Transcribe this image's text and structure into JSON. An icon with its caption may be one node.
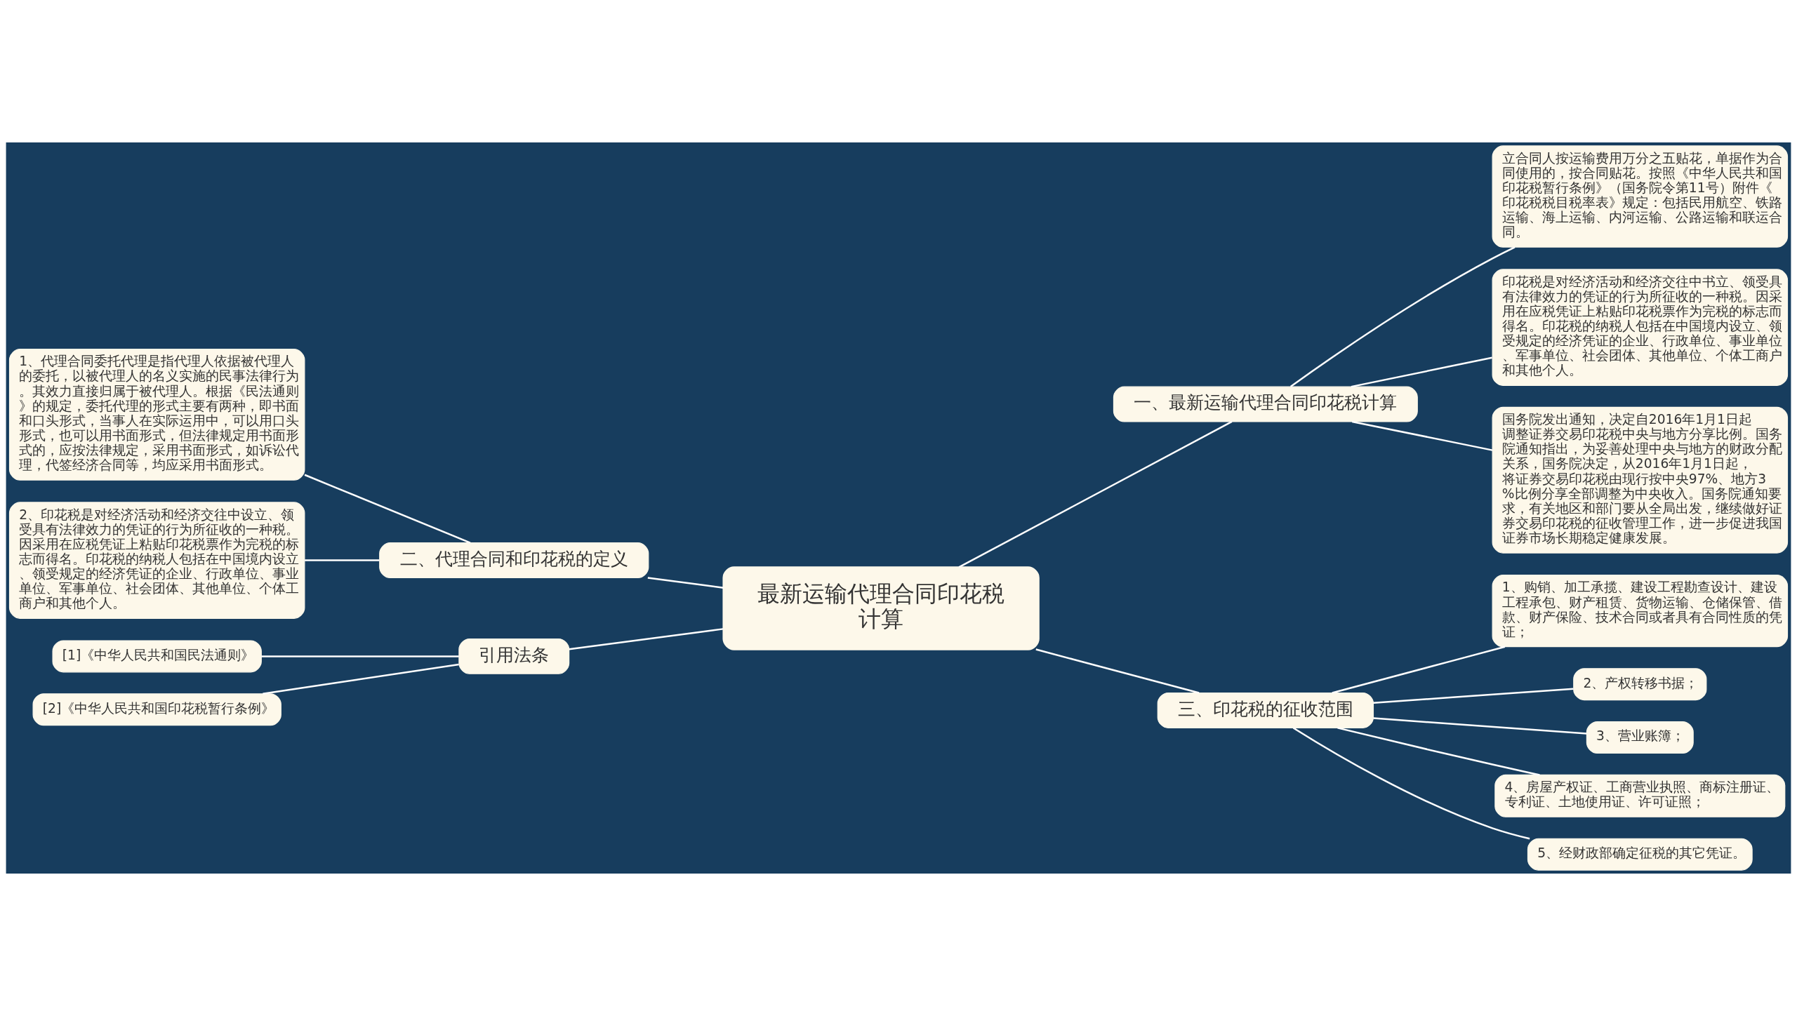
{
  "diagram": {
    "nodes": [
      {
        "text": [
          "最新运输代理合同印花税计算"
        ]
      },
      {
        "text": [
          "一、最新运输代理合同印花税计算"
        ]
      },
      {
        "text": [
          "立合同人按运输费用万分之五贴花，单据作为合同使用的，按合同贴花。按照《中华人民共和国印花税暂行条例》（国务院令第11号）附件《印花税税目税率表》规定：包括民用航空、铁路运输、海上运输、内河运输、公路运输和联运合同。"
        ]
      },
      {
        "text": [
          "印花税是对经济活动和经济交往中书立、领受具有法律效力的凭证的行为所征收的一种税。因采用在应税凭证上粘贴印花税票作为完税的标志而得名。印花税的纳税人包括在中国境内设立、领受规定的经济凭证的企业、行政单位、事业单位、军事单位、社会团体、其他单位、个体工商户和其他个人。"
        ]
      },
      {
        "text": [
          "国务院发出通知，决定自2016年1月1日起调整证券交易印花税中央与地方分享比例。国务院通知指出，为妥善处理中央与地方的财政分配关系，国务院决定，从2016年1月1日起，将证券交易印花税由现行按中央97%、地方3%比例分享全部调整为中央收入。国务院通知要求，有关地区和部门要从全局出发，继续做好证券交易印花税的征收管理工作，进一步促进我国证券市场长期稳定健康发展。"
        ]
      },
      {
        "text": [
          "二、代理合同和印花税的定义"
        ]
      },
      {
        "text": [
          "1、代理合同委托代理是指代理人依据被代理人的委托，以被代理人的名义实施的民事法律行为。其效力直接归属于被代理人。根据《民法通则》的规定，委托代理的形式主要有两种，即书面和口头形式，当事人在实际运用中，可以用口头形式，也可以用书面形式，但法律规定用书面形式的，应按法律规定，采用书面形式，如诉讼代理，代签经济合同等，均应采用书面形式。"
        ]
      },
      {
        "text": [
          "2、印花税是对经济活动和经济交往中设立、领受具有法律效力的凭证的行为所征收的一种税。因采用在应税凭证上粘贴印花税票作为完税的标志而得名。印花税的纳税人包括在中国境内设立、领受规定的经济凭证的企业、行政单位、事业单位、军事单位、社会团体、其他单位、个体工商户和其他个人。"
        ]
      },
      {
        "text": [
          "引用法条"
        ]
      },
      {
        "text": [
          "[1]《中华人民共和国民法通则》"
        ]
      },
      {
        "text": [
          "[2]《中华人民共和国印花税暂行条例》"
        ]
      },
      {
        "text": [
          "三、印花税的征收范围"
        ]
      },
      {
        "text": [
          "1、购销、加工承揽、建设工程勘查设计、建设工程承包、财产租赁、货物运输、仓储保管、借款、财产保险、技术合同或者具有合同性质的凭证；"
        ]
      },
      {
        "text": [
          "2、产权转移书据；"
        ]
      },
      {
        "text": [
          "3、营业账簿；"
        ]
      },
      {
        "text": [
          "4、房屋产权证、工商营业执照、商标注册证、专利证、土地使用证、许可证照；"
        ]
      },
      {
        "text": [
          "5、经财政部确定征税的其它凭证。"
        ]
      }
    ],
    "edges": [
      {
        "from": 0,
        "to": 1,
        "arrow": "none"
      },
      {
        "from": 1,
        "to": 2,
        "arrow": "none"
      },
      {
        "from": 1,
        "to": 3,
        "arrow": "none"
      },
      {
        "from": 1,
        "to": 4,
        "arrow": "none"
      },
      {
        "from": 5,
        "to": 0,
        "arrow": "none"
      },
      {
        "from": 6,
        "to": 5,
        "arrow": "none"
      },
      {
        "from": 7,
        "to": 5,
        "arrow": "none"
      },
      {
        "from": 8,
        "to": 0,
        "arrow": "none"
      },
      {
        "from": 9,
        "to": 8,
        "arrow": "none"
      },
      {
        "from": 10,
        "to": 8,
        "arrow": "none"
      },
      {
        "from": 0,
        "to": 11,
        "arrow": "none"
      },
      {
        "from": 11,
        "to": 12,
        "arrow": "none"
      },
      {
        "from": 11,
        "to": 13,
        "arrow": "none"
      },
      {
        "from": 11,
        "to": 14,
        "arrow": "none"
      },
      {
        "from": 11,
        "to": 15,
        "arrow": "none"
      },
      {
        "from": 11,
        "to": 16,
        "arrow": "none"
      }
    ]
  }
}
